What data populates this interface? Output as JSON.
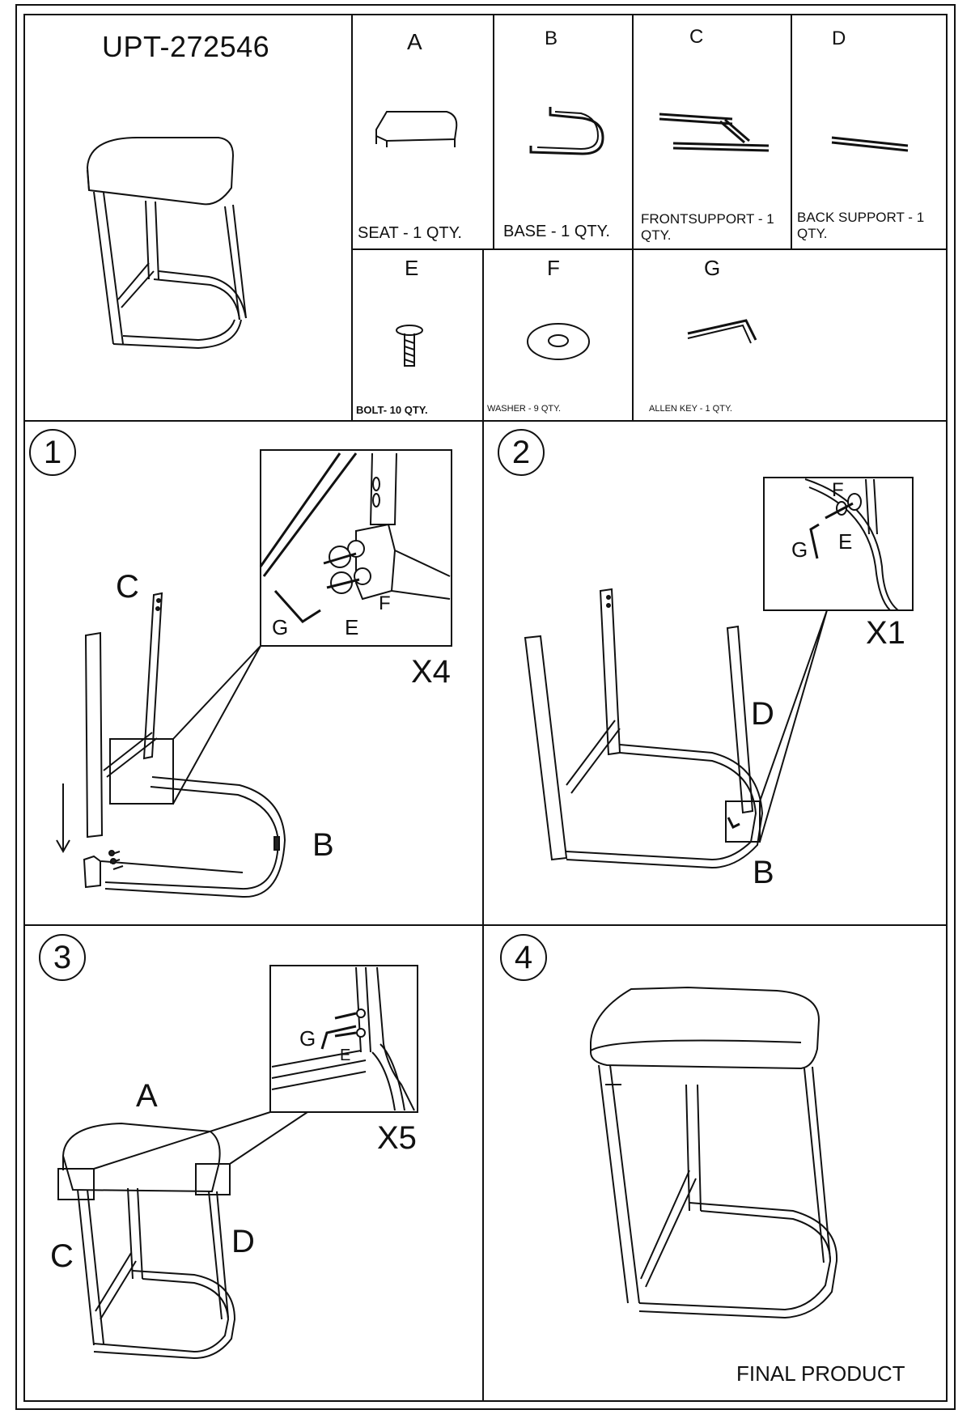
{
  "product_code": "UPT-272546",
  "parts": [
    {
      "letter": "A",
      "caption": "SEAT - 1 QTY."
    },
    {
      "letter": "B",
      "caption": "BASE - 1 QTY."
    },
    {
      "letter": "C",
      "caption": "FRONTSUPPORT - 1 QTY."
    },
    {
      "letter": "D",
      "caption": "BACK SUPPORT - 1 QTY."
    },
    {
      "letter": "E",
      "caption": "BOLT- 10 QTY."
    },
    {
      "letter": "F",
      "caption": "WASHER - 9 QTY."
    },
    {
      "letter": "G",
      "caption": "ALLEN KEY - 1 QTY."
    }
  ],
  "steps": [
    {
      "number": "1",
      "multiplier": "X4",
      "labels": [
        "C",
        "B",
        "G",
        "E",
        "F"
      ]
    },
    {
      "number": "2",
      "multiplier": "X1",
      "labels": [
        "D",
        "B",
        "G",
        "E",
        "F"
      ]
    },
    {
      "number": "3",
      "multiplier": "X5",
      "labels": [
        "A",
        "C",
        "D",
        "G",
        "E"
      ]
    },
    {
      "number": "4",
      "caption": "FINAL PRODUCT"
    }
  ]
}
